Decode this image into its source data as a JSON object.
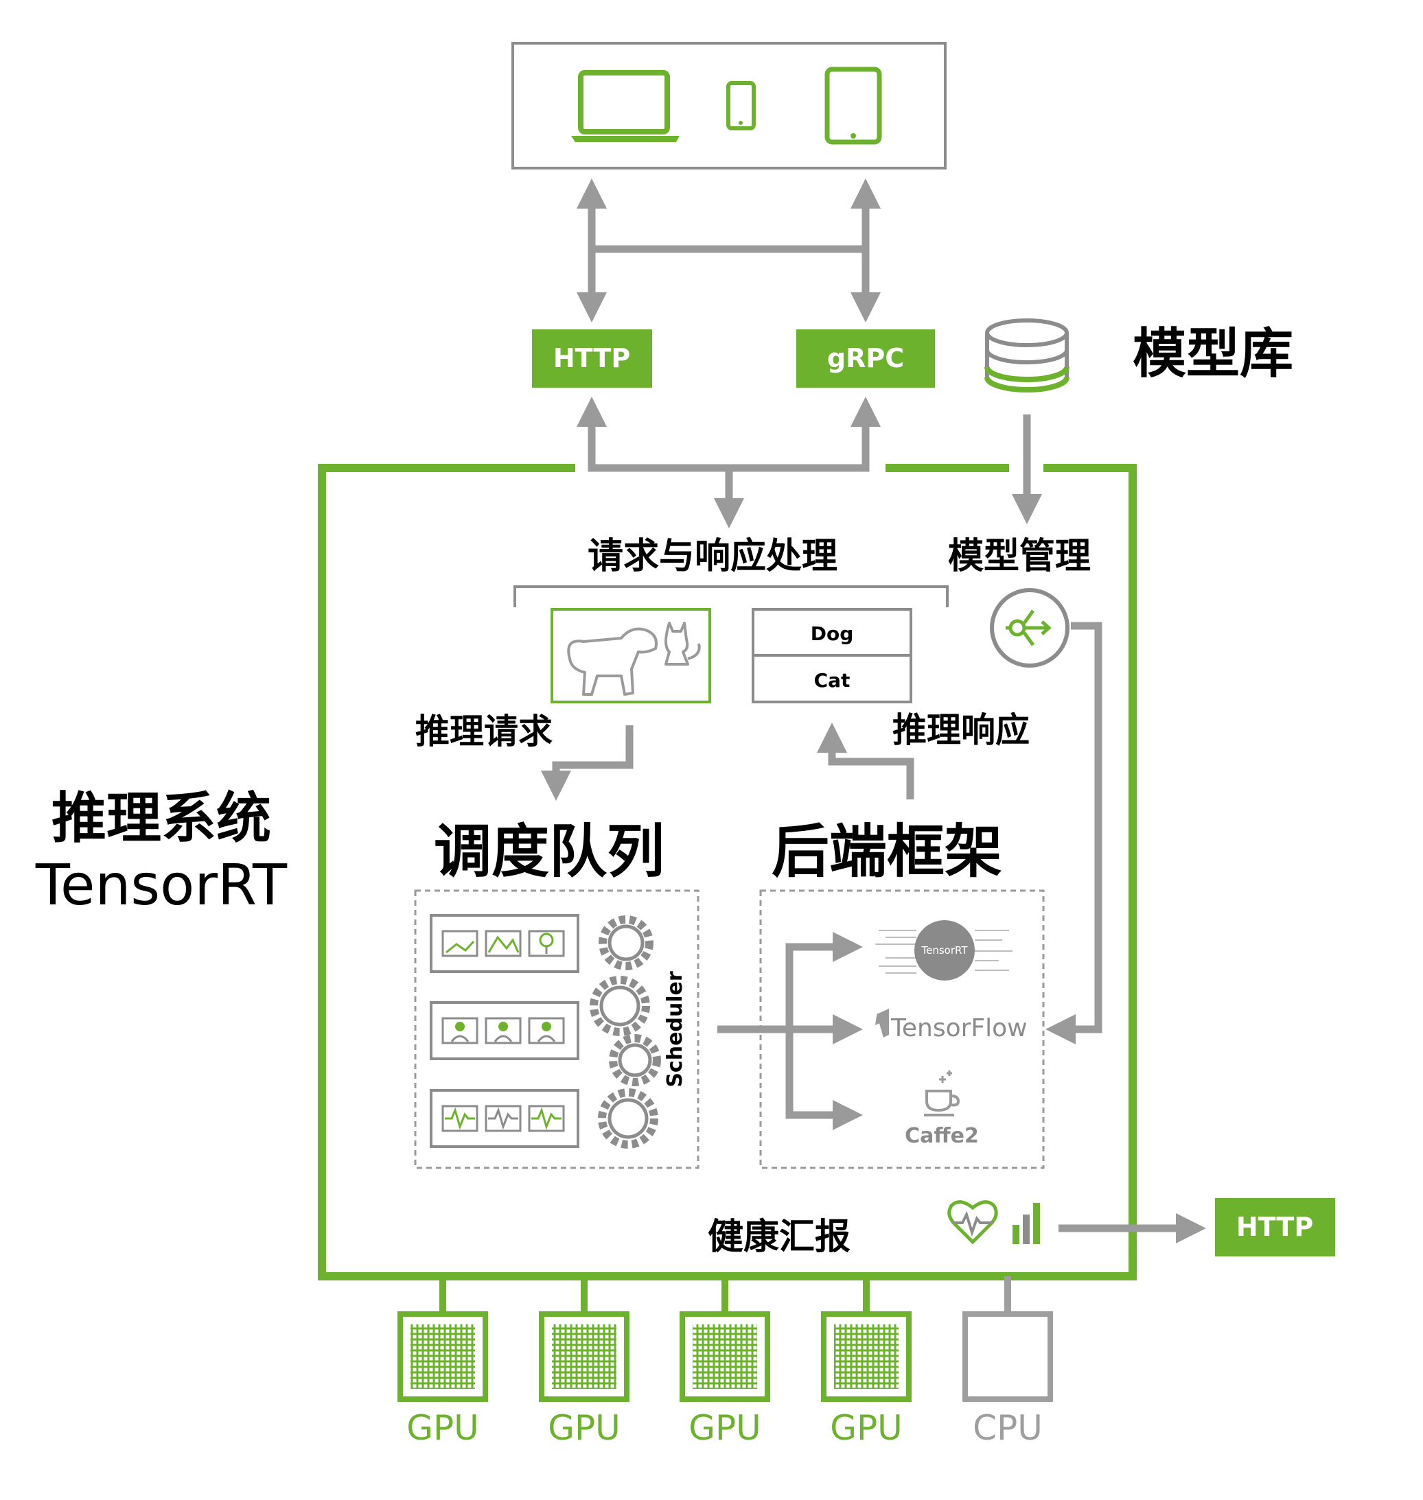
{
  "model_repository": "模型库",
  "protocols": {
    "http": "HTTP",
    "grpc": "gRPC",
    "metrics_http": "HTTP"
  },
  "system": {
    "title_cn": "推理系统",
    "title_en": "TensorRT"
  },
  "sections": {
    "request_handling": "请求与响应处理",
    "model_management": "模型管理",
    "inference_request": "推理请求",
    "inference_response": "推理响应",
    "scheduler_queue": "调度队列",
    "backend_frameworks": "后端框架",
    "health_report": "健康汇报"
  },
  "classification_labels": [
    "Dog",
    "Cat"
  ],
  "scheduler_label": "Scheduler",
  "backends": [
    "TensorRT",
    "TensorFlow",
    "Caffe2"
  ],
  "hardware": [
    "GPU",
    "GPU",
    "GPU",
    "GPU",
    "CPU"
  ],
  "colors": {
    "accent": "#6cb22c",
    "arrow": "#9a9a9a",
    "border_gray": "#8c8c8c",
    "cpu_gray": "#9e9e9e"
  },
  "icons": [
    "laptop-icon",
    "phone-icon",
    "tablet-icon",
    "database-icon",
    "model-manager-icon",
    "heart-monitor-icon",
    "bar-chart-icon",
    "gear-icon"
  ]
}
